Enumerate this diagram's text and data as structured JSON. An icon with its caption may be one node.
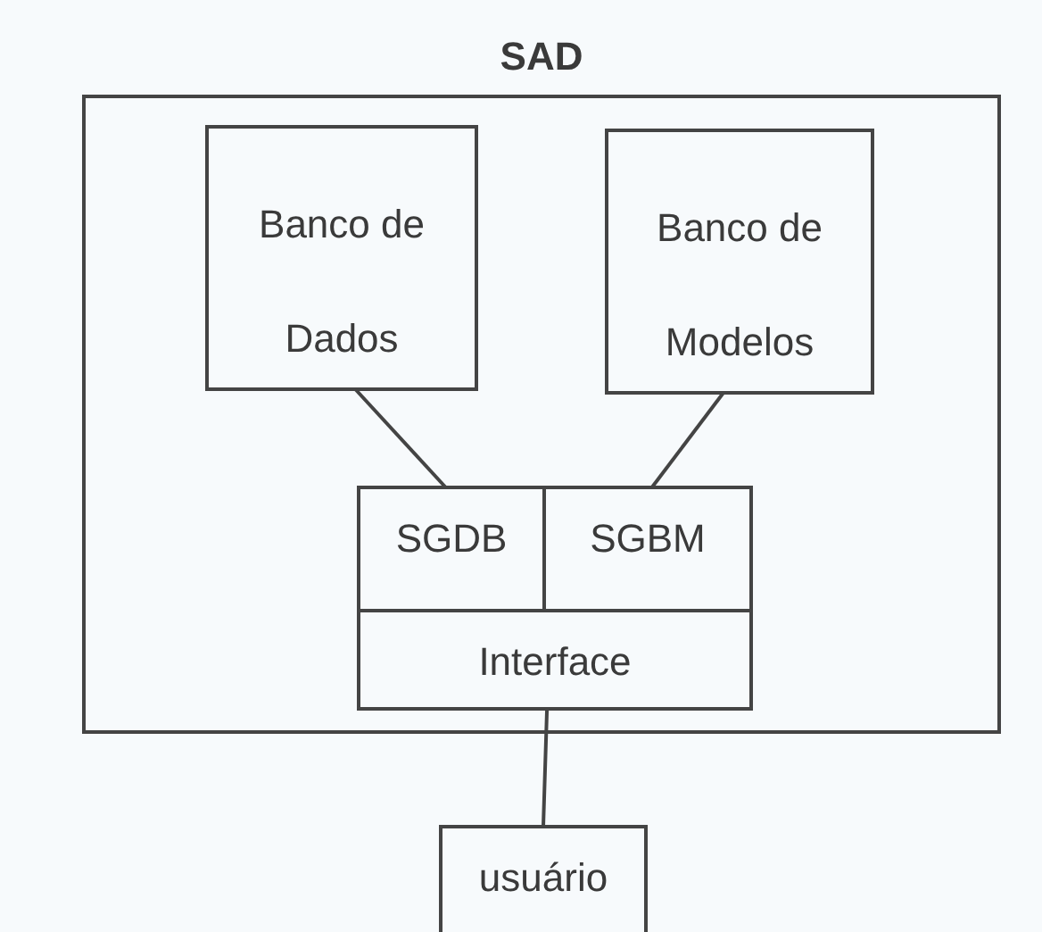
{
  "diagram": {
    "nodes": [
      {
        "text": [
          "SAD"
        ]
      },
      {
        "text": [
          "Banco de Dados"
        ],
        "in": 0
      },
      {
        "text": [
          "Banco de Modelos"
        ],
        "in": 0
      },
      {
        "text": [
          "SGDB"
        ],
        "in": 0
      },
      {
        "text": [
          "SGBM"
        ],
        "in": 0
      },
      {
        "text": [
          "Interface"
        ],
        "in": 0
      },
      {
        "text": [
          "usuário"
        ]
      }
    ],
    "edges": [
      {
        "from": 1,
        "to": 3,
        "arrow": "none"
      },
      {
        "from": 2,
        "to": 4,
        "arrow": "none"
      },
      {
        "from": 5,
        "to": 6,
        "arrow": "none"
      }
    ]
  }
}
